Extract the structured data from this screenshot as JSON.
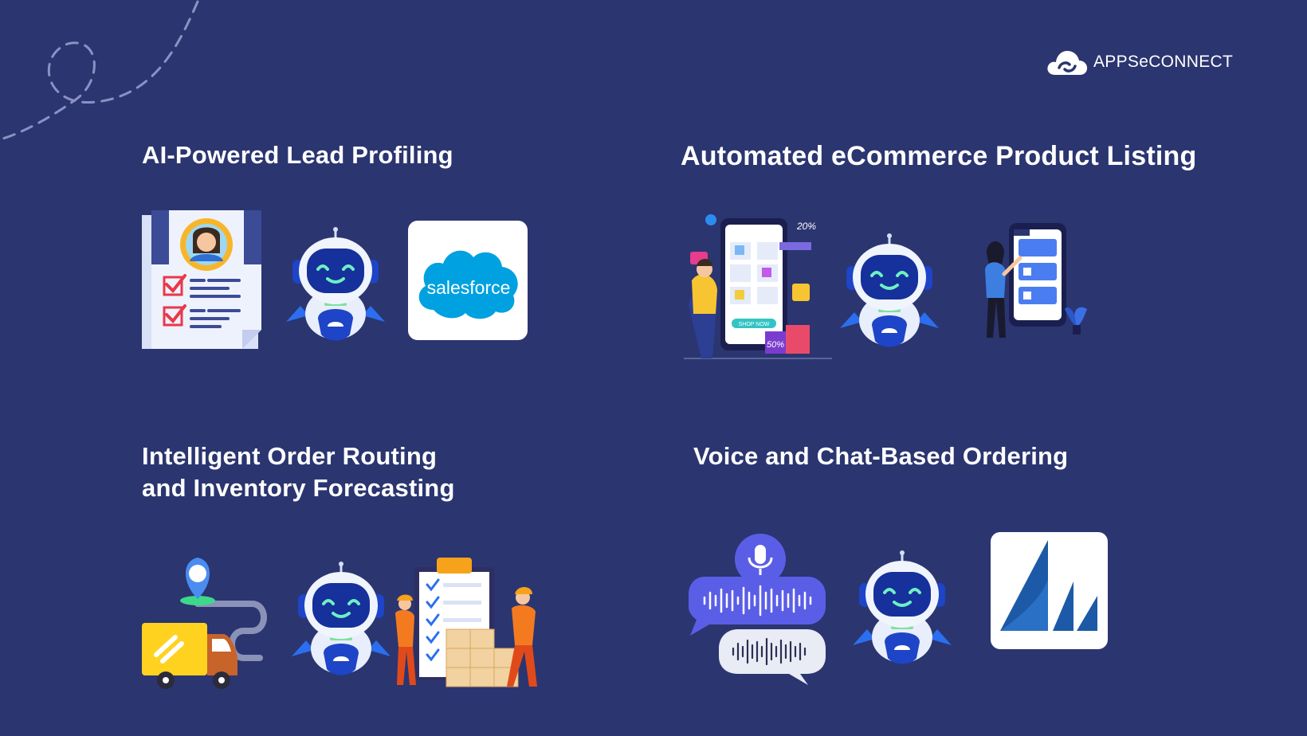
{
  "logo": {
    "text": "APPSeCONNECT",
    "icon": "cloud-logo-icon"
  },
  "sections": {
    "lead_profiling": {
      "title": "AI-Powered Lead Profiling"
    },
    "product_listing": {
      "title": "Automated eCommerce Product Listing"
    },
    "order_routing": {
      "title_line1": "Intelligent Order Routing",
      "title_line2": "and Inventory Forecasting"
    },
    "voice_chat": {
      "title": "Voice and Chat-Based Ordering"
    }
  },
  "illustrations": {
    "salesforce_label": "salesforce",
    "shop_now": "SHOP NOW",
    "discount_50": "50%",
    "discount_20": "20%"
  },
  "colors": {
    "background": "#2b3570",
    "robot_blue": "#1e44c8",
    "robot_face": "#16309c",
    "salesforce_blue": "#00a1e0",
    "truck_yellow": "#ffd21f",
    "worker_orange": "#f47a20",
    "chat_purple": "#5a5ee6",
    "dynamics_blue": "#1c5aa8"
  }
}
